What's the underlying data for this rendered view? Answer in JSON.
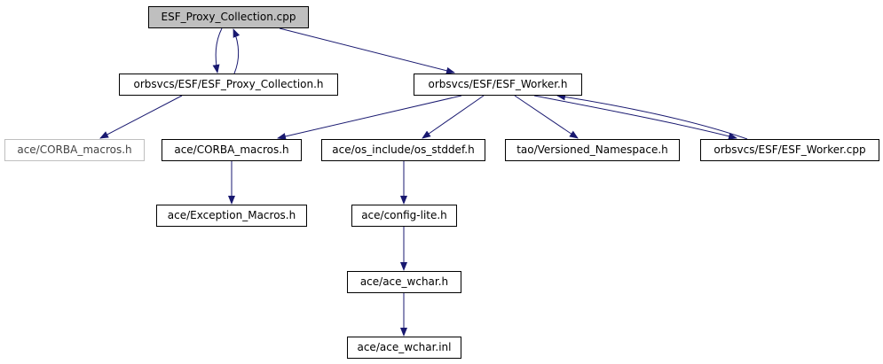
{
  "diagram": {
    "nodes": {
      "esf_proxy_collection_cpp": "ESF_Proxy_Collection.cpp",
      "esf_proxy_collection_h": "orbsvcs/ESF/ESF_Proxy_Collection.h",
      "esf_worker_h": "orbsvcs/ESF/ESF_Worker.h",
      "ace_corba_macros_h_external": "ace/CORBA_macros.h",
      "ace_corba_macros_h": "ace/CORBA_macros.h",
      "ace_os_stddef_h": "ace/os_include/os_stddef.h",
      "tao_versioned_namespace_h": "tao/Versioned_Namespace.h",
      "esf_worker_cpp": "orbsvcs/ESF/ESF_Worker.cpp",
      "ace_exception_macros_h": "ace/Exception_Macros.h",
      "ace_config_lite_h": "ace/config-lite.h",
      "ace_wchar_h": "ace/ace_wchar.h",
      "ace_wchar_inl": "ace/ace_wchar.inl"
    },
    "edges": [
      [
        "esf_proxy_collection_cpp",
        "esf_proxy_collection_h"
      ],
      [
        "esf_proxy_collection_h",
        "esf_proxy_collection_cpp"
      ],
      [
        "esf_proxy_collection_cpp",
        "esf_worker_h"
      ],
      [
        "esf_proxy_collection_h",
        "ace_corba_macros_h_external"
      ],
      [
        "esf_worker_h",
        "ace_corba_macros_h"
      ],
      [
        "esf_worker_h",
        "ace_os_stddef_h"
      ],
      [
        "esf_worker_h",
        "tao_versioned_namespace_h"
      ],
      [
        "esf_worker_h",
        "esf_worker_cpp"
      ],
      [
        "esf_worker_cpp",
        "esf_worker_h"
      ],
      [
        "ace_corba_macros_h",
        "ace_exception_macros_h"
      ],
      [
        "ace_os_stddef_h",
        "ace_config_lite_h"
      ],
      [
        "ace_config_lite_h",
        "ace_wchar_h"
      ],
      [
        "ace_wchar_h",
        "ace_wchar_inl"
      ]
    ],
    "colors": {
      "edge": "#191970",
      "node_border": "#000000",
      "root_fill": "#bfbfbf",
      "external_border": "#bfbfbf"
    }
  }
}
